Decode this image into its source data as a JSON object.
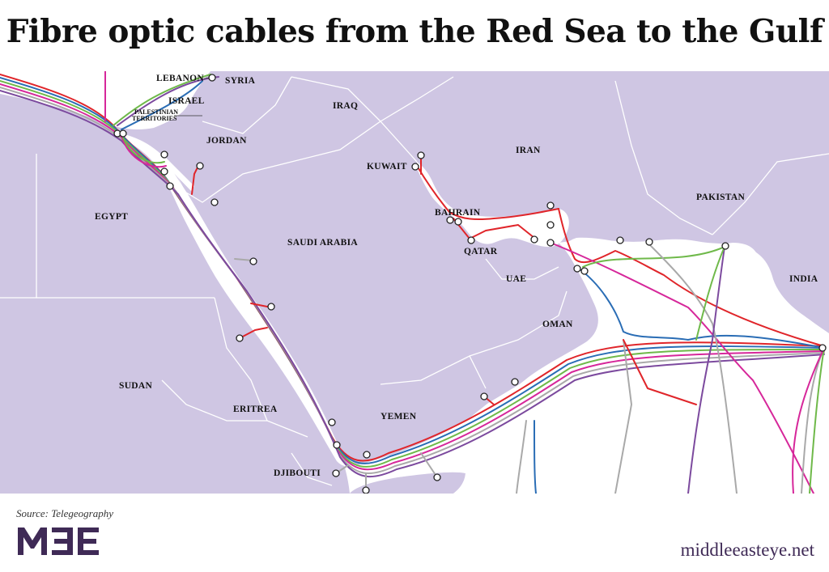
{
  "title": "Fibre optic cables from the Red Sea to the Gulf",
  "labels": {
    "lebanon": "LEBANON",
    "syria": "SYRIA",
    "israel": "ISRAEL",
    "palestinian_1": "PALESTINIAN",
    "palestinian_2": "TERRITORIES",
    "jordan": "JORDAN",
    "iraq": "IRAQ",
    "kuwait": "KUWAIT",
    "iran": "IRAN",
    "pakistan": "PAKISTAN",
    "india": "INDIA",
    "egypt": "EGYPT",
    "saudi_arabia": "SAUDI ARABIA",
    "bahrain": "BAHRAIN",
    "qatar": "QATAR",
    "uae": "UAE",
    "oman": "OMAN",
    "sudan": "SUDAN",
    "eritrea": "ERITREA",
    "yemen": "YEMEN",
    "djibouti": "DJIBOUTI"
  },
  "source": "Source: Telegeography",
  "logo_text": "MEE",
  "website": "middleeasteye.net",
  "colors": {
    "land": "#cfc6e3",
    "sea": "#ffffff",
    "border": "#ffffff",
    "brand": "#3f2a56",
    "cables": [
      "#e0252a",
      "#2a6db5",
      "#6fb94a",
      "#d6279a",
      "#a9a9a9",
      "#7c4a9e"
    ]
  }
}
